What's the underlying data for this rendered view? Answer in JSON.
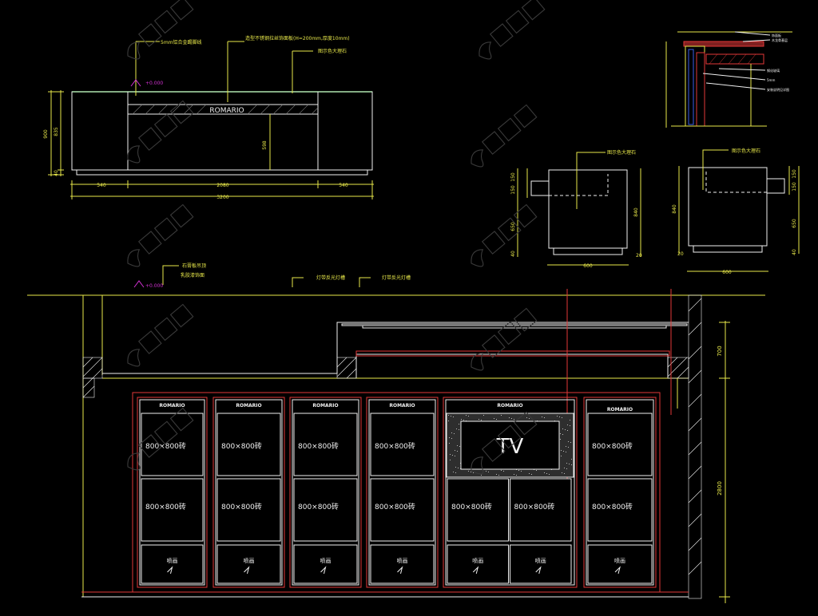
{
  "brand_label": "ROMARIO",
  "top_elevation": {
    "dims_bottom": [
      "540",
      "2080",
      "540"
    ],
    "dim_total": "3200",
    "dims_left": [
      "900",
      "835",
      "40"
    ],
    "dim_inner": "598",
    "level_mark": "+0.000",
    "notes": [
      "5mm铝合金踢脚线",
      "造型不锈钢拉丝饰面板(H=200mm,厚度10mm)",
      "图示色大理石"
    ]
  },
  "section_detail": {
    "notes": [
      "饰面板",
      "木龙骨基层",
      "钢化玻璃",
      "5mm",
      "安装说明见详图"
    ]
  },
  "side_view_left": {
    "note": "图示色大理石",
    "dims_left": [
      "150",
      "150",
      "650",
      "40"
    ],
    "dim_right": "840",
    "dim_bottom": "600",
    "dim_bottom_small": "20"
  },
  "side_view_right": {
    "note": "图示色大理石",
    "dims_right": [
      "150",
      "150",
      "650",
      "40"
    ],
    "dim_left": "840",
    "dim_bottom": "600",
    "dim_bottom_small": "20"
  },
  "wall_elevation": {
    "notes": [
      "石膏板吊顶",
      "乳胶漆饰面",
      "灯带反光灯槽",
      "灯带反光灯槽"
    ],
    "level_mark": "+0.000",
    "dim_right_top": "700",
    "dim_right_main": "2800",
    "tile_label": "800×800砖",
    "spray_label": "喷画",
    "tv_label": "TV"
  }
}
